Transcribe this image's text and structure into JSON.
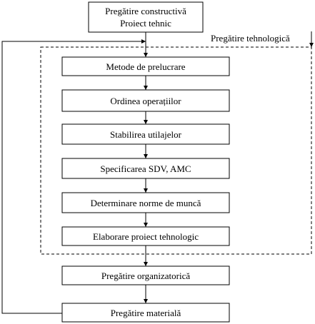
{
  "diagram": {
    "colors": {
      "stroke": "#000000",
      "background": "#ffffff",
      "text": "#000000"
    },
    "top_box": {
      "line1": "Pregătire constructivă",
      "line2": "Proiect tehnic"
    },
    "group_label": "Pregătire tehnologică",
    "steps": [
      "Metode de prelucrare",
      "Ordinea operațiilor",
      "Stabilirea utilajelor",
      "Specificarea SDV, AMC",
      "Determinare norme de muncă",
      "Elaborare proiect tehnologic"
    ],
    "after_steps": [
      "Pregătire organizatorică",
      "Pregătire materială"
    ]
  }
}
